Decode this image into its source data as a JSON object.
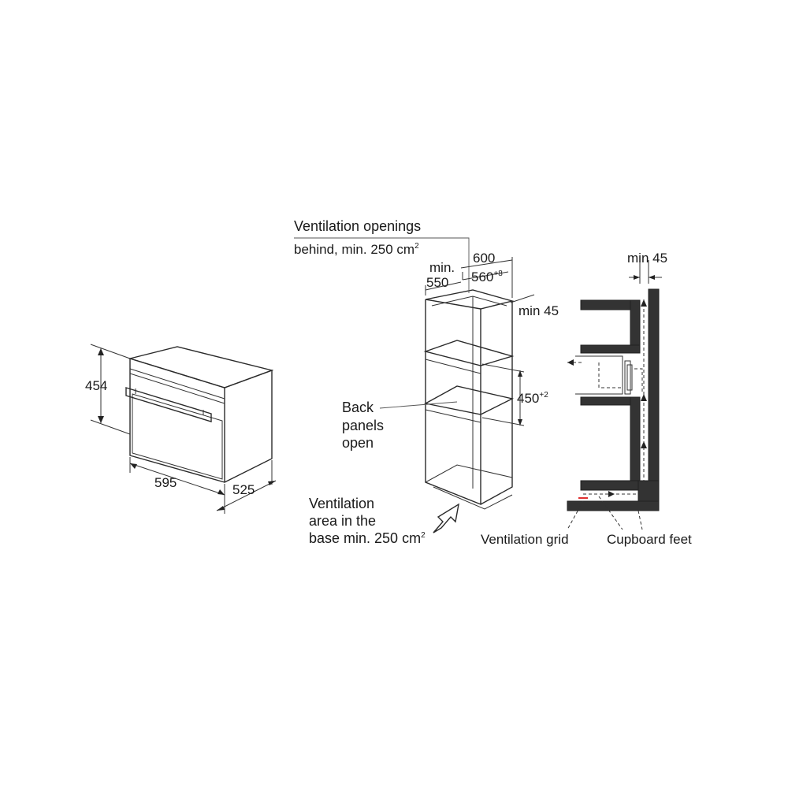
{
  "oven": {
    "height": "454",
    "width": "595",
    "depth": "525"
  },
  "cabinet": {
    "vent_behind_line1": "Ventilation openings",
    "vent_behind_line2": "behind, min. 250 cm",
    "vent_behind_sup": "2",
    "depth_min_line1": "min.",
    "depth_min_line2": "550",
    "outer_width": "600",
    "inner_width": "560",
    "inner_width_tol": "+8",
    "top_gap": "min 45",
    "niche_height": "450",
    "niche_height_tol": "+2",
    "back_panels_line1": "Back",
    "back_panels_line2": "panels",
    "back_panels_line3": "open",
    "vent_base_line1": "Ventilation",
    "vent_base_line2": "area in the",
    "vent_base_line3": "base min. 250 cm",
    "vent_base_sup": "2"
  },
  "section": {
    "top_gap": "min 45",
    "ventilation_grid": "Ventilation grid",
    "cupboard_feet": "Cupboard feet"
  },
  "colors": {
    "line": "#2a2a2a",
    "wall": "#333333",
    "background": "#ffffff"
  }
}
